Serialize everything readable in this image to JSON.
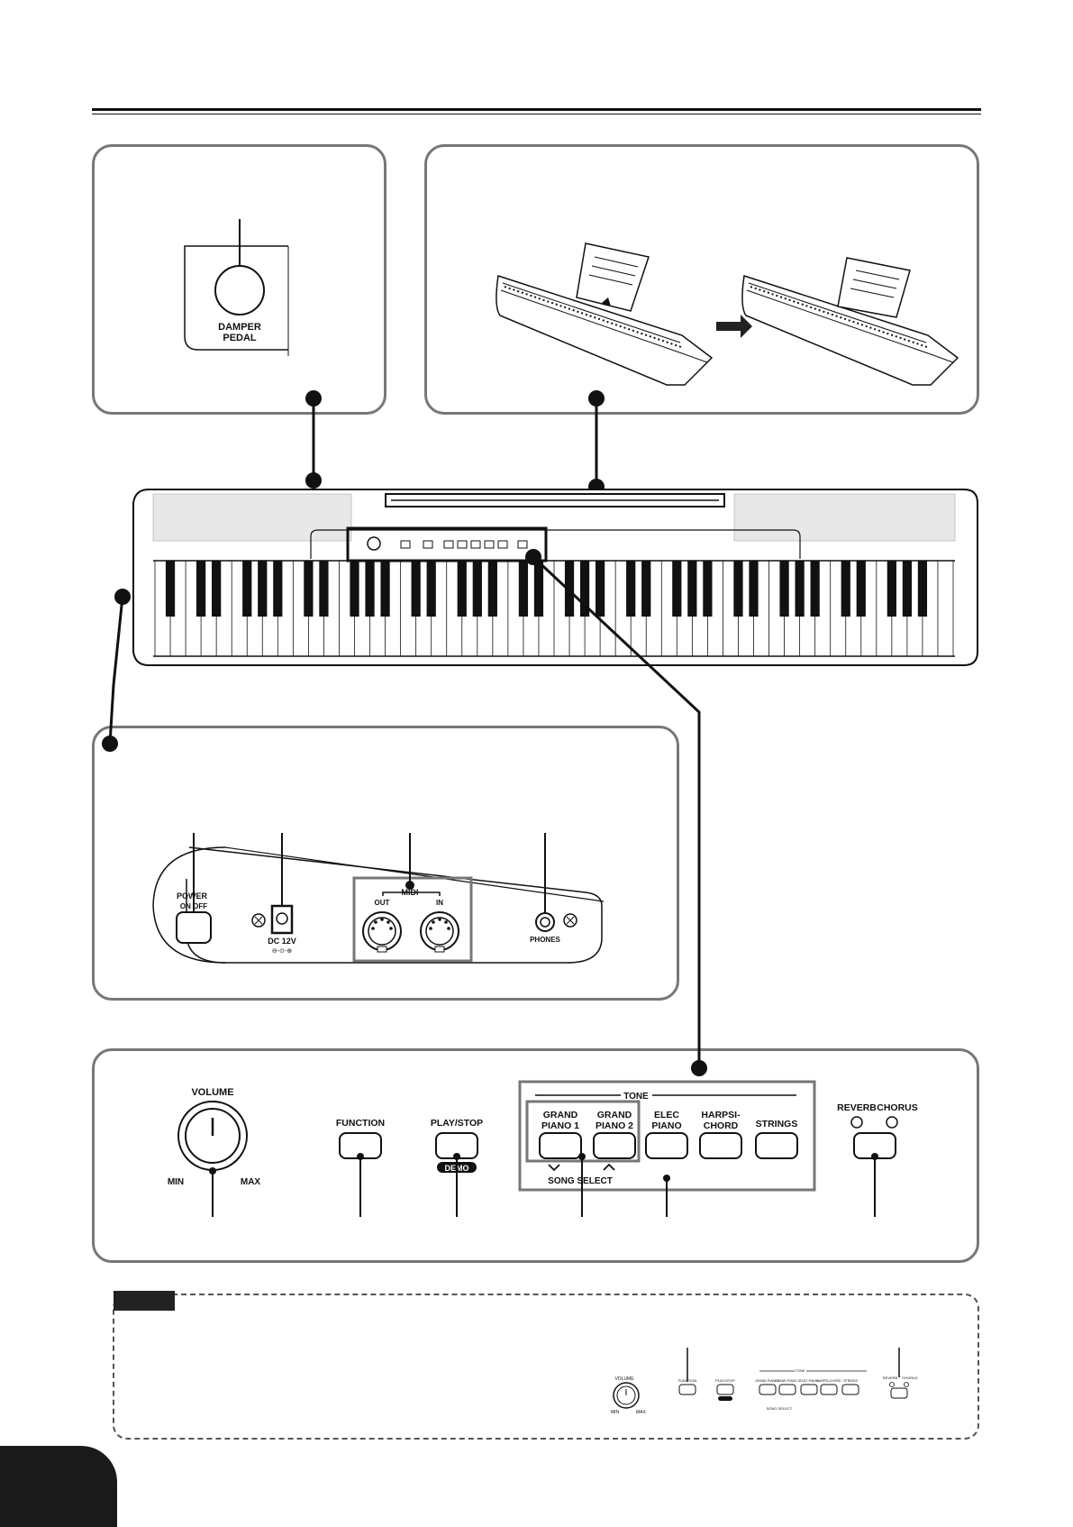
{
  "pedal_jack": {
    "label_line1": "DAMPER",
    "label_line2": "PEDAL"
  },
  "back_panel": {
    "power_label": "POWER",
    "power_states": "ON  OFF",
    "dc_label": "DC 12V",
    "midi_label": "MIDI",
    "midi_out": "OUT",
    "midi_in": "IN",
    "phones_label": "PHONES"
  },
  "control_panel": {
    "volume_label": "VOLUME",
    "volume_min": "MIN",
    "volume_max": "MAX",
    "function_label": "FUNCTION",
    "playstop_label": "PLAY/STOP",
    "demo_label": "DEMO",
    "tone_header": "TONE",
    "tone_buttons": [
      {
        "line1": "GRAND",
        "line2": "PIANO 1"
      },
      {
        "line1": "GRAND",
        "line2": "PIANO 2"
      },
      {
        "line1": "ELEC",
        "line2": "PIANO"
      },
      {
        "line1": "HARPSI-",
        "line2": "CHORD"
      },
      {
        "line1": "STRINGS",
        "line2": ""
      }
    ],
    "song_select_label": "SONG SELECT",
    "reverb_label": "REVERB",
    "chorus_label": "CHORUS"
  },
  "note_mini": {
    "volume_label": "VOLUME",
    "min": "MIN",
    "max": "MAX",
    "function_label": "FUNCTION",
    "playstop_label": "PLAY/STOP",
    "demo_label": "DEMO",
    "tone_header": "TONE",
    "song_select_label": "SONG SELECT",
    "reverb_label": "REVERB",
    "chorus_label": "CHORUS",
    "tone_buttons": [
      "GRAND PIANO 1",
      "GRAND PIANO 2",
      "ELEC PIANO",
      "HARPSI-CHORD",
      "STRINGS"
    ]
  },
  "colors": {
    "panel_border": "#777777",
    "ink": "#111111",
    "dark": "#1a1a1a"
  }
}
